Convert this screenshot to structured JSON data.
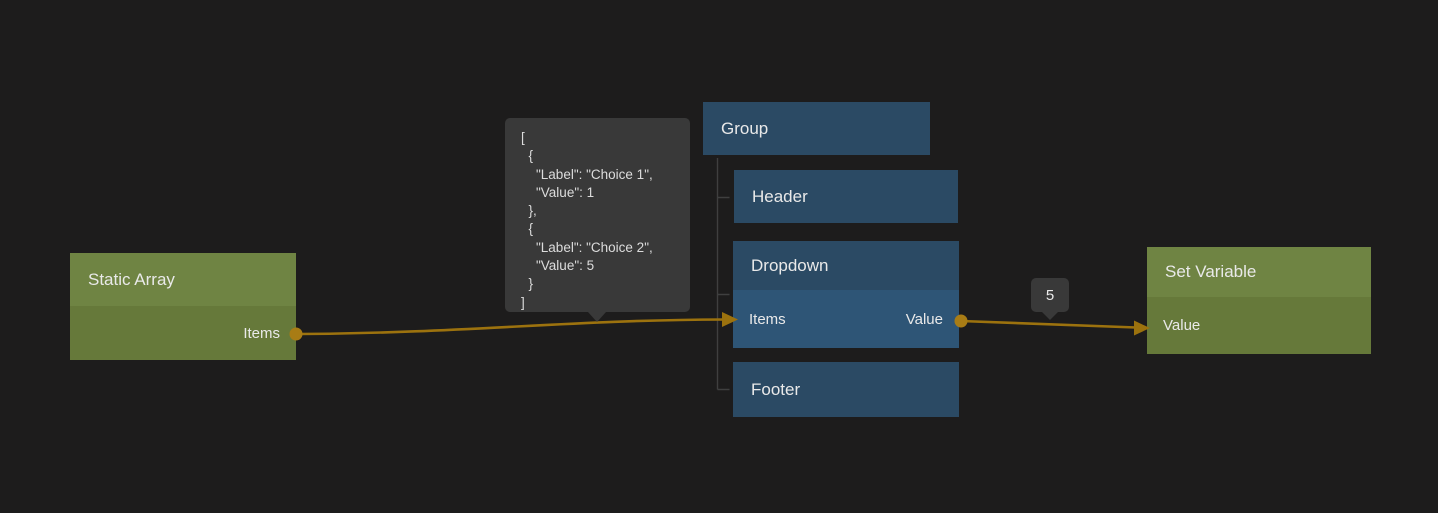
{
  "colors": {
    "canvas_bg": "#1d1c1c",
    "green_header": "#6f8443",
    "green_body": "#66793a",
    "blue_header": "#2b4a64",
    "blue_body": "#2e5576",
    "wire": "#9c720e",
    "port": "#a87c15",
    "tooltip_bg": "#393939",
    "tree_line": "#3f3f3f",
    "text": "#e9e9e9"
  },
  "nodes": {
    "static_array": {
      "title": "Static Array",
      "output_label": "Items"
    },
    "group": {
      "title": "Group"
    },
    "header": {
      "title": "Header"
    },
    "dropdown": {
      "title": "Dropdown",
      "input_label": "Items",
      "output_label": "Value"
    },
    "footer": {
      "title": "Footer"
    },
    "set_variable": {
      "title": "Set Variable",
      "input_label": "Value"
    }
  },
  "tooltips": {
    "items_json": "[\n  {\n    \"Label\": \"Choice 1\",\n    \"Value\": 1\n  },\n  {\n    \"Label\": \"Choice 2\",\n    \"Value\": 5\n  }\n]",
    "value_preview": "5"
  }
}
